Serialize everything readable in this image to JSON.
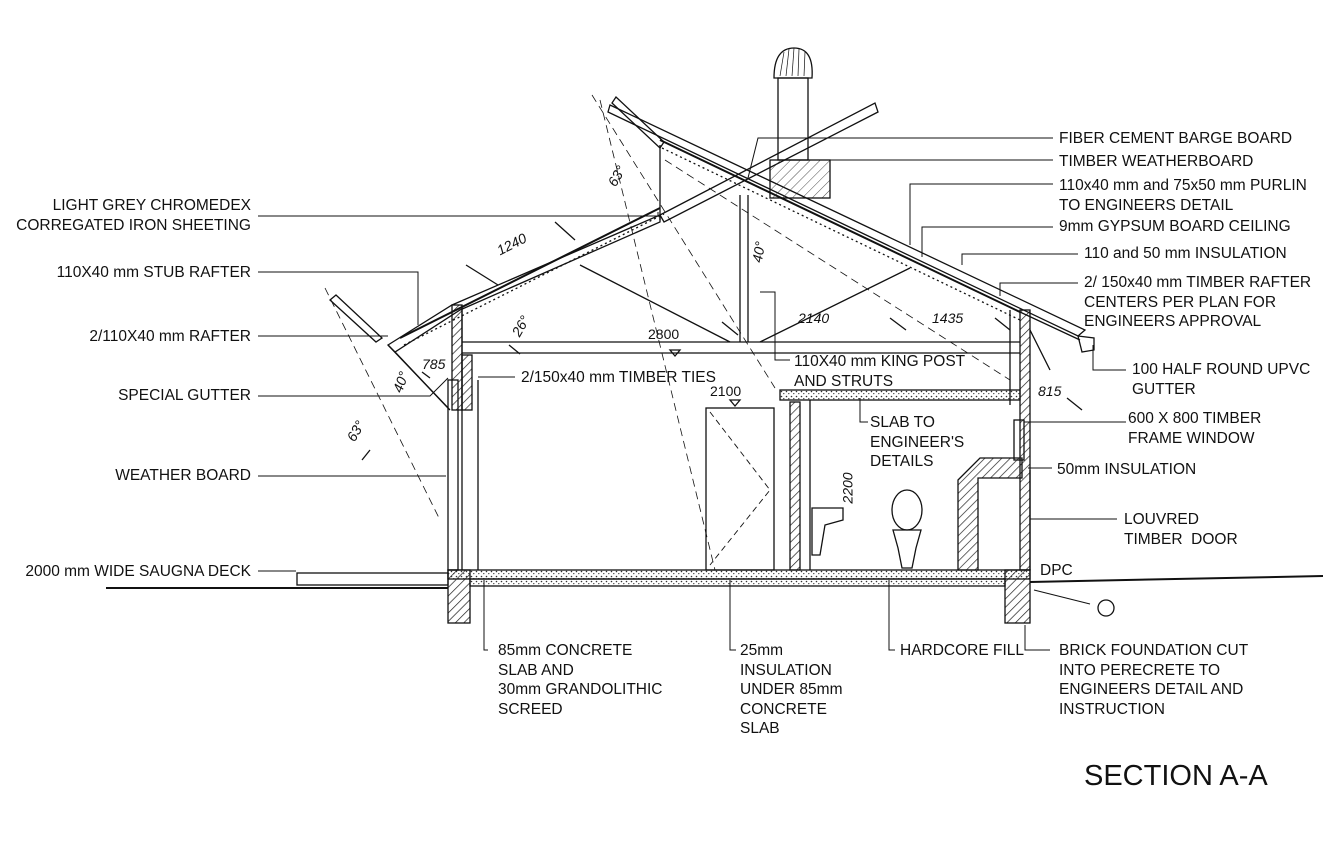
{
  "title": "SECTION A-A",
  "labels_left": {
    "sheeting": "LIGHT GREY CHROMEDEX\nCORREGATED IRON SHEETING",
    "stub_rafter": "110X40 mm STUB RAFTER",
    "rafter": "2/110X40 mm RAFTER",
    "special_gutter": "SPECIAL GUTTER",
    "weather_board": "WEATHER BOARD",
    "deck": "2000 mm WIDE SAUGNA DECK"
  },
  "labels_right": {
    "barge_board": "FIBER CEMENT BARGE BOARD",
    "weatherboard": "TIMBER WEATHERBOARD",
    "purlin": "110x40 mm and 75x50 mm PURLIN\nTO ENGINEERS DETAIL",
    "gypsum": "9mm GYPSUM BOARD CEILING",
    "insulation": "110 and 50 mm INSULATION",
    "timber_rafter": "2/ 150x40 mm TIMBER RAFTER\nCENTERS PER PLAN FOR\nENGINEERS APPROVAL",
    "upvc_gutter": "100 HALF ROUND UPVC\nGUTTER",
    "window": "600 X 800 TIMBER\nFRAME WINDOW",
    "insulation_50": "50mm INSULATION",
    "louvred_door": "LOUVRED\nTIMBER  DOOR",
    "dpc": "DPC"
  },
  "labels_center": {
    "timber_ties": "2/150x40 mm TIMBER TIES",
    "king_post": "110X40 mm KING POST\nAND STRUTS",
    "slab": "SLAB TO\nENGINEER'S\nDETAILS"
  },
  "labels_bottom": {
    "concrete": "85mm CONCRETE\nSLAB AND\n30mm GRANDOLITHIC\nSCREED",
    "insulation_25": "25mm\nINSULATION\nUNDER 85mm\nCONCRETE\nSLAB",
    "hardcore": "HARDCORE FILL",
    "foundation": "BRICK FOUNDATION CUT\nINTO PERECRETE TO\nENGINEERS DETAIL AND\nINSTRUCTION"
  },
  "dimensions": {
    "d1240": "1240",
    "d2800": "2800",
    "d2140": "2140",
    "d1435": "1435",
    "d785": "785",
    "d815": "815",
    "d2100": "2100",
    "d2200": "2200",
    "a63_top": "63°",
    "a63_left": "63°",
    "a40_left": "40°",
    "a40_top": "40°",
    "a26": "26°"
  }
}
